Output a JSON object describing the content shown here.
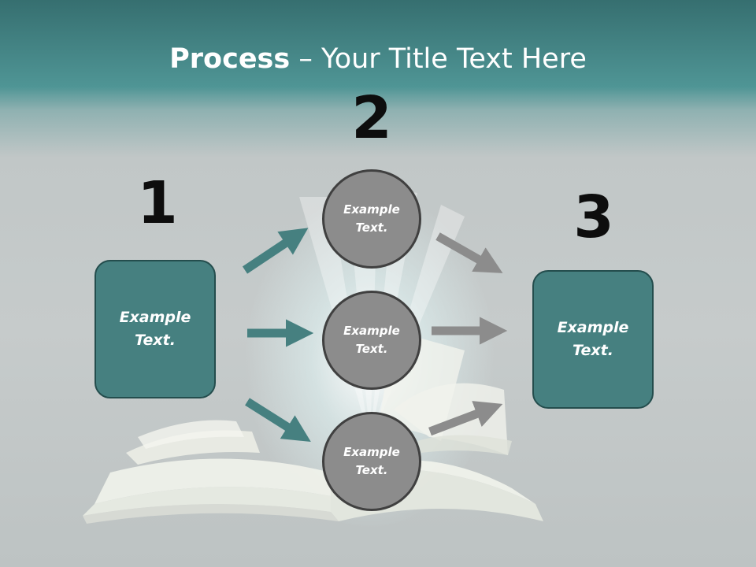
{
  "title": {
    "bold": "Process",
    "rest": " – Your Title Text Here"
  },
  "steps": {
    "one": "1",
    "two": "2",
    "three": "3"
  },
  "left_box": {
    "line1": "Example",
    "line2": "Text."
  },
  "circles": [
    {
      "line1": "Example",
      "line2": "Text."
    },
    {
      "line1": "Example",
      "line2": "Text."
    },
    {
      "line1": "Example",
      "line2": "Text."
    }
  ],
  "right_box": {
    "line1": "Example",
    "line2": "Text."
  },
  "colors": {
    "teal": "#468080",
    "teal_dark": "#244d4d",
    "circle_fill": "#8c8c8c",
    "gray_arrow": "#8c8c8c"
  }
}
